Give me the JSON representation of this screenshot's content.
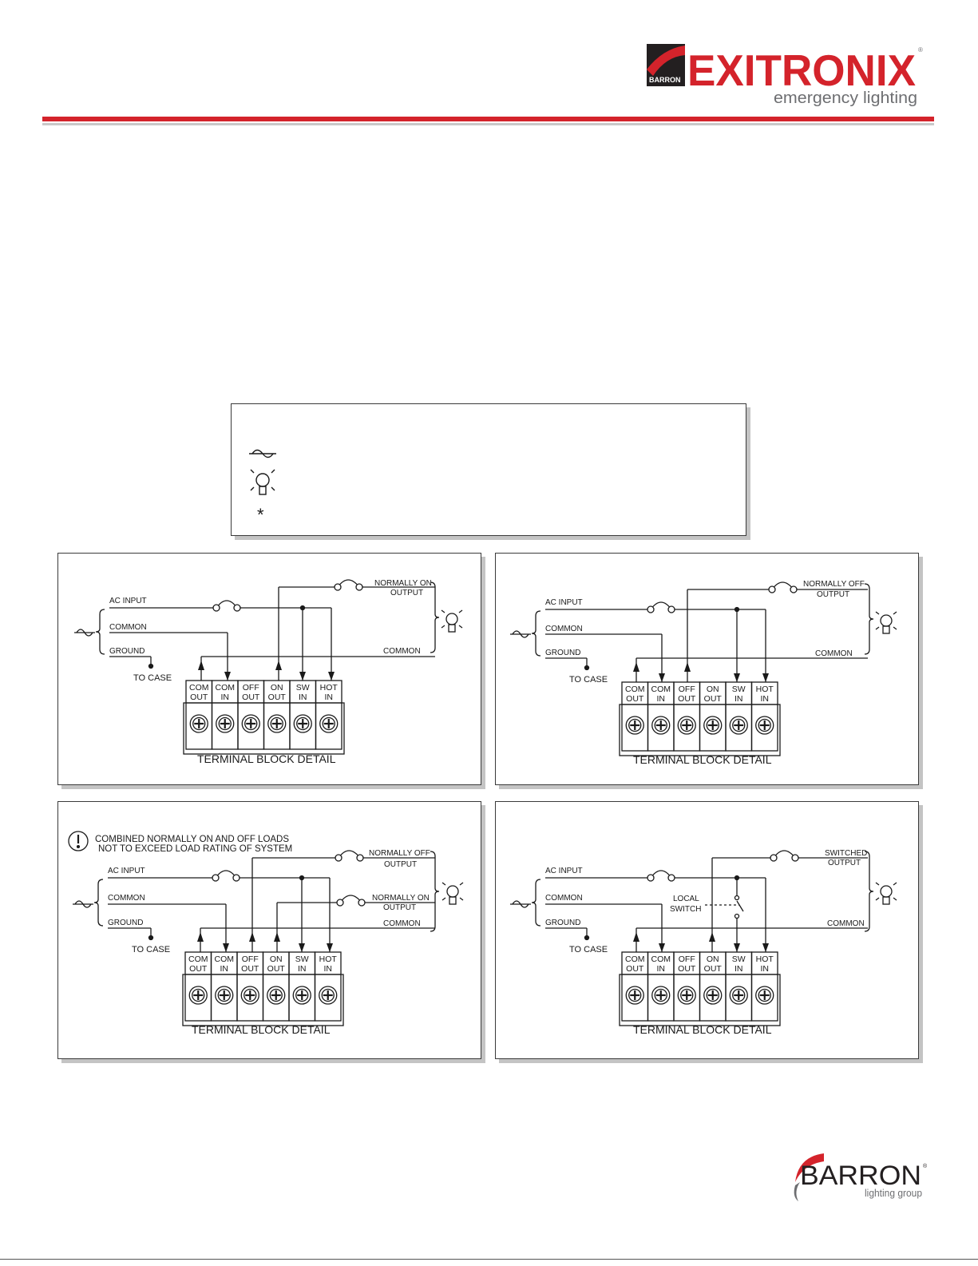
{
  "header": {
    "brand_tag": "BARRON",
    "brand_name": "EXITRONIX",
    "brand_mark": "®",
    "tagline": "emergency lighting",
    "colors": {
      "brand_red": "#d4232b",
      "gray": "#6d6e71"
    }
  },
  "legend": {
    "symbols": [
      {
        "icon": "ac-source-icon"
      },
      {
        "icon": "lamp-load-icon"
      },
      {
        "icon": "asterisk-icon",
        "glyph": "*"
      }
    ]
  },
  "terminal_block": {
    "title": "TERMINAL BLOCK DETAIL",
    "terminals": [
      {
        "line1": "COM",
        "line2": "OUT"
      },
      {
        "line1": "COM",
        "line2": "IN"
      },
      {
        "line1": "OFF",
        "line2": "OUT"
      },
      {
        "line1": "ON",
        "line2": "OUT"
      },
      {
        "line1": "SW",
        "line2": "IN"
      },
      {
        "line1": "HOT",
        "line2": "IN"
      }
    ]
  },
  "labels": {
    "ac_input": "AC INPUT",
    "common": "COMMON",
    "ground": "GROUND",
    "to_case": "TO CASE"
  },
  "panels": [
    {
      "id": "panel-1",
      "outputs": [
        {
          "line1": "NORMALLY ON",
          "line2": "OUTPUT"
        }
      ]
    },
    {
      "id": "panel-2",
      "outputs": [
        {
          "line1": "NORMALLY OFF",
          "line2": "OUTPUT"
        }
      ]
    },
    {
      "id": "panel-3",
      "warning": {
        "line1": "COMBINED NORMALLY ON AND OFF LOADS",
        "line2": "NOT TO EXCEED LOAD RATING OF SYSTEM"
      },
      "outputs": [
        {
          "line1": "NORMALLY OFF",
          "line2": "OUTPUT"
        },
        {
          "line1": "NORMALLY ON",
          "line2": "OUTPUT"
        }
      ]
    },
    {
      "id": "panel-4",
      "outputs": [
        {
          "line1": "SWITCHED",
          "line2": "OUTPUT"
        }
      ],
      "local_switch": {
        "line1": "LOCAL",
        "line2": "SWITCH"
      }
    }
  ],
  "footer": {
    "brand_name": "BARRON",
    "brand_mark": "®",
    "tagline": "lighting group"
  }
}
